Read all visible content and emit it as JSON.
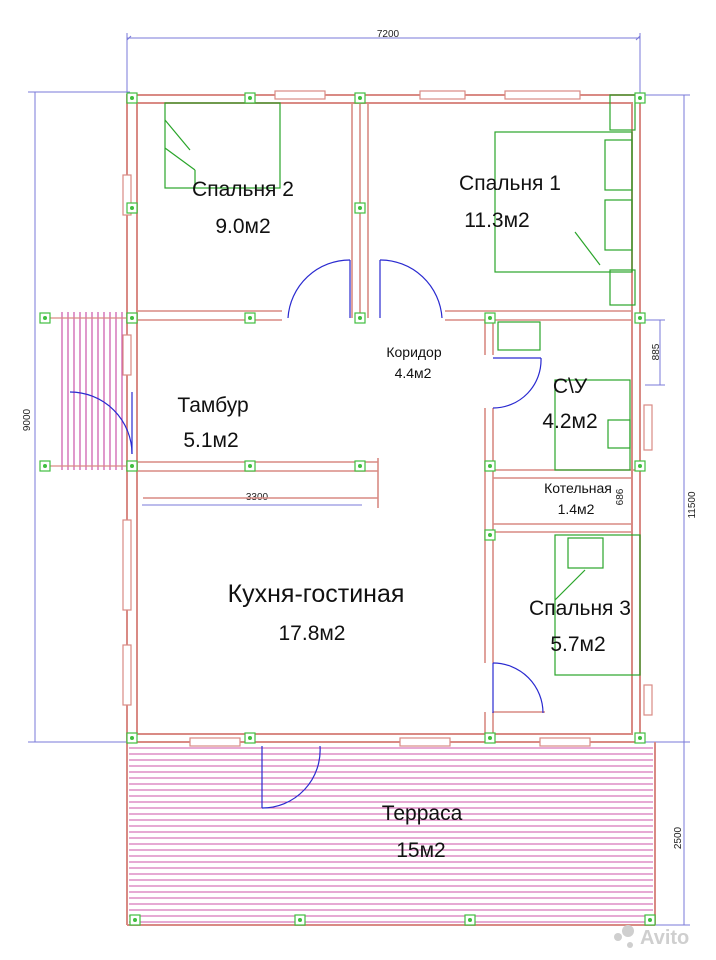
{
  "rooms": {
    "bedroom2": {
      "name": "Спальня 2",
      "area": "9.0м2"
    },
    "bedroom1": {
      "name": "Спальня 1",
      "area": "11.3м2"
    },
    "corridor": {
      "name": "Коридор",
      "area": "4.4м2"
    },
    "vestibule": {
      "name": "Тамбур",
      "area": "5.1м2"
    },
    "bathroom": {
      "name": "С\\У",
      "area": "4.2м2"
    },
    "boiler": {
      "name": "Котельная",
      "area": "1.4м2"
    },
    "kitchen": {
      "name": "Кухня-гостиная",
      "area": "17.8м2"
    },
    "bedroom3": {
      "name": "Спальня 3",
      "area": "5.7м2"
    },
    "terrace": {
      "name": "Терраса",
      "area": "15м2"
    }
  },
  "dimensions": {
    "top_width": "7200",
    "left_height": "9000",
    "right_total": "11500",
    "terrace_depth": "2500",
    "bath_dim": "885",
    "boiler_dim": "686",
    "partition": "3300"
  },
  "watermark": "Avito",
  "colors": {
    "wall": "#d98a84",
    "fixture": "#2aa52a",
    "node": "#3fbf3f",
    "door": "#2a2ad0",
    "terrace": "#cc55aa",
    "dimension": "#7a7ad8"
  }
}
